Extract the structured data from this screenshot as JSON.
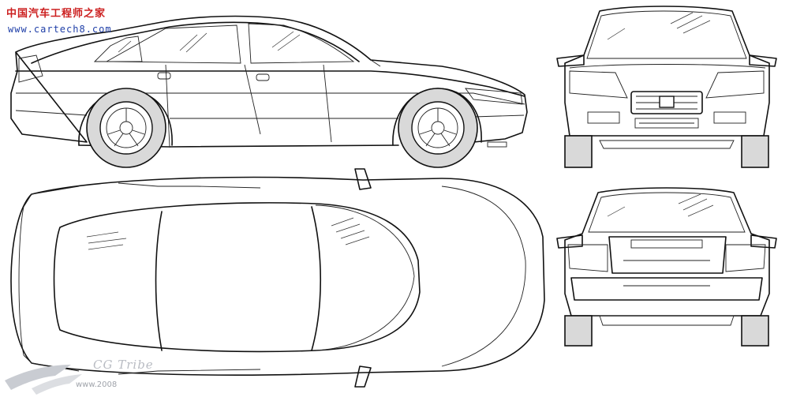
{
  "watermark": {
    "site_name_cn": "中国汽车工程师之家",
    "site_url": "www.cartech8.com",
    "logo_text": "CG Tribe",
    "logo_url": "www.2008"
  },
  "views": [
    "side-view",
    "front-view",
    "top-view",
    "rear-view"
  ]
}
